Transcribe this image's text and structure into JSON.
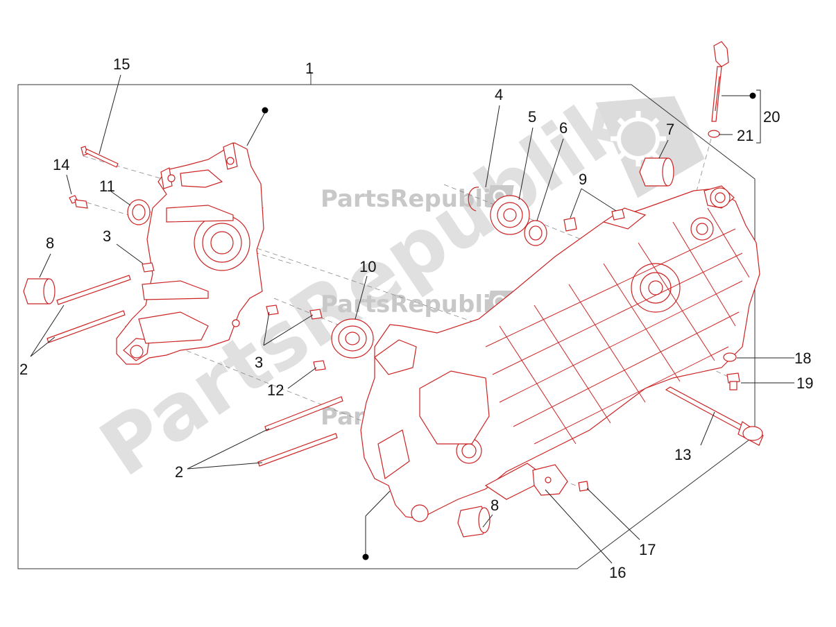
{
  "watermark": {
    "brand": "PartsRepublik",
    "big": "PartsRepublik"
  },
  "callouts": {
    "c1": "1",
    "c2a": "2",
    "c2b": "2",
    "c3a": "3",
    "c3b": "3",
    "c4": "4",
    "c5": "5",
    "c6": "6",
    "c7": "7",
    "c8a": "8",
    "c8b": "8",
    "c9": "9",
    "c10": "10",
    "c11": "11",
    "c12": "12",
    "c13": "13",
    "c14": "14",
    "c15": "15",
    "c16": "16",
    "c17": "17",
    "c18": "18",
    "c19": "19",
    "c20": "20",
    "c21": "21"
  },
  "colors": {
    "line": "#222222",
    "part": "#d0202a",
    "watermark": "#d2d2d2"
  }
}
